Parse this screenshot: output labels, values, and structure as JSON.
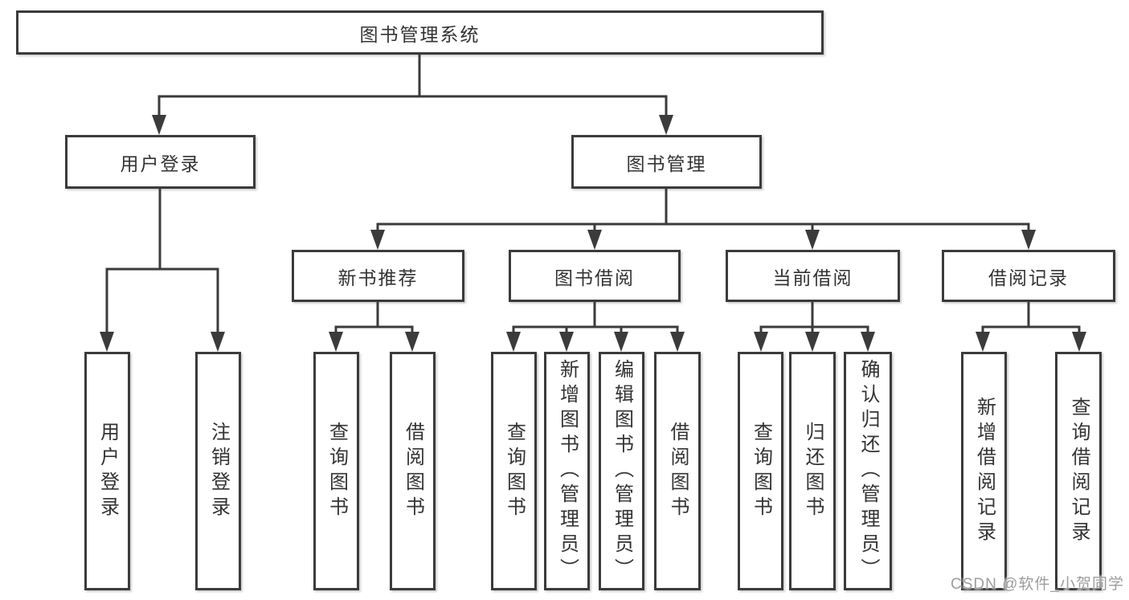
{
  "diagram": {
    "tree": {
      "label": "图书管理系统",
      "children": [
        {
          "label": "用户登录",
          "children": [
            {
              "label": "用户登录"
            },
            {
              "label": "注销登录"
            }
          ]
        },
        {
          "label": "图书管理",
          "children": [
            {
              "label": "新书推荐",
              "children": [
                {
                  "label": "查询图书"
                },
                {
                  "label": "借阅图书"
                }
              ]
            },
            {
              "label": "图书借阅",
              "children": [
                {
                  "label": "查询图书"
                },
                {
                  "label": "新增图书（管理员）"
                },
                {
                  "label": "编辑图书（管理员）"
                },
                {
                  "label": "借阅图书"
                }
              ]
            },
            {
              "label": "当前借阅",
              "children": [
                {
                  "label": "查询图书"
                },
                {
                  "label": "归还图书"
                },
                {
                  "label": "确认归还（管理员）"
                }
              ]
            },
            {
              "label": "借阅记录",
              "children": [
                {
                  "label": "新增借阅记录"
                },
                {
                  "label": "查询借阅记录"
                }
              ]
            }
          ]
        }
      ]
    }
  },
  "watermark": {
    "text": "CSDN @软件_小贺同学"
  },
  "colors": {
    "background": "#ffffff",
    "box_fill": "#ffffff",
    "box_border": "#3b3b3b",
    "line": "#3b3b3b",
    "text": "#333333",
    "watermark": "#9d9d9d"
  }
}
